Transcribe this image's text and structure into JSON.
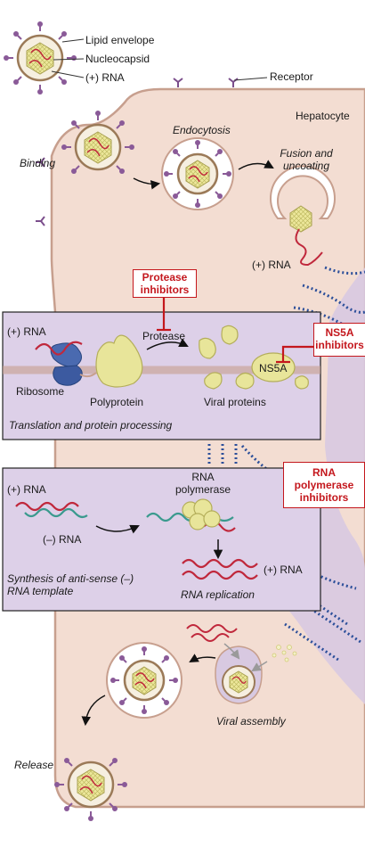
{
  "labels": {
    "lipid_envelope": "Lipid envelope",
    "nucleocapsid": "Nucleocapsid",
    "plus_rna_legend": "(+) RNA",
    "receptor": "Receptor",
    "hepatocyte": "Hepatocyte",
    "binding": "Binding",
    "endocytosis": "Endocytosis",
    "fusion_uncoating": "Fusion and uncoating",
    "plus_rna_uncoat": "(+) RNA",
    "plus_rna_translation": "(+) RNA",
    "protease": "Protease",
    "ribosome": "Ribosome",
    "polyprotein": "Polyprotein",
    "ns5a": "NS5A",
    "viral_proteins": "Viral proteins",
    "translation_caption": "Translation and protein processing",
    "plus_rna_synthesis": "(+) RNA",
    "rna_polymerase": "RNA polymerase",
    "minus_rna": "(–) RNA",
    "plus_rna_replication": "(+) RNA",
    "synthesis_caption": "Synthesis of anti-sense (–) RNA template",
    "replication_caption": "RNA replication",
    "viral_assembly": "Viral assembly",
    "release": "Release"
  },
  "inhibitors": {
    "protease": "Protease inhibitors",
    "ns5a": "NS5A inhibitors",
    "polymerase": "RNA polymerase inhibitors"
  },
  "colors": {
    "cell_fill": "#f3ddd2",
    "cell_edge": "#c79f8e",
    "er_fill": "#d8c9e1",
    "panel_fill": "#ddd0e8",
    "envelope": "#8a5a98",
    "capsid": "#ece79a",
    "rna_plus": "#c0283c",
    "rna_minus": "#3a9a8e",
    "ribosome": "#4a6ab0",
    "protein": "#e8e59a",
    "inhibitor": "#c4171d",
    "vesicle_dot": "#2c4f9a"
  }
}
